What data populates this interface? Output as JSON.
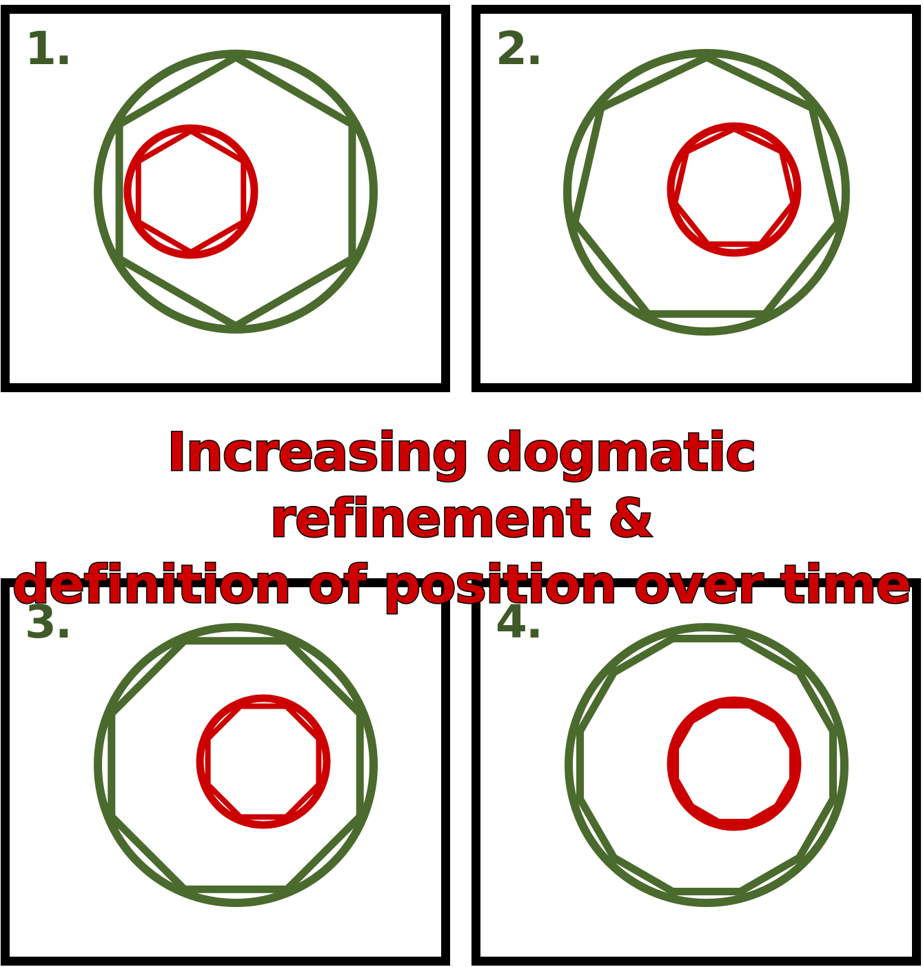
{
  "colors": {
    "outer": "#4b6a2e",
    "inner": "#cc0000",
    "frame": "#000000",
    "caption_fill": "#cc0000",
    "caption_outline": "#000000",
    "number": "#3f5a28"
  },
  "caption": {
    "line1": "Increasing dogmatic refinement &",
    "line2": "definition of position over time"
  },
  "panels": [
    {
      "label": "1.",
      "outer_sides": 6,
      "inner_sides": 6
    },
    {
      "label": "2.",
      "outer_sides": 7,
      "inner_sides": 7
    },
    {
      "label": "3.",
      "outer_sides": 8,
      "inner_sides": 8
    },
    {
      "label": "4.",
      "outer_sides": 12,
      "inner_sides": 12
    }
  ]
}
